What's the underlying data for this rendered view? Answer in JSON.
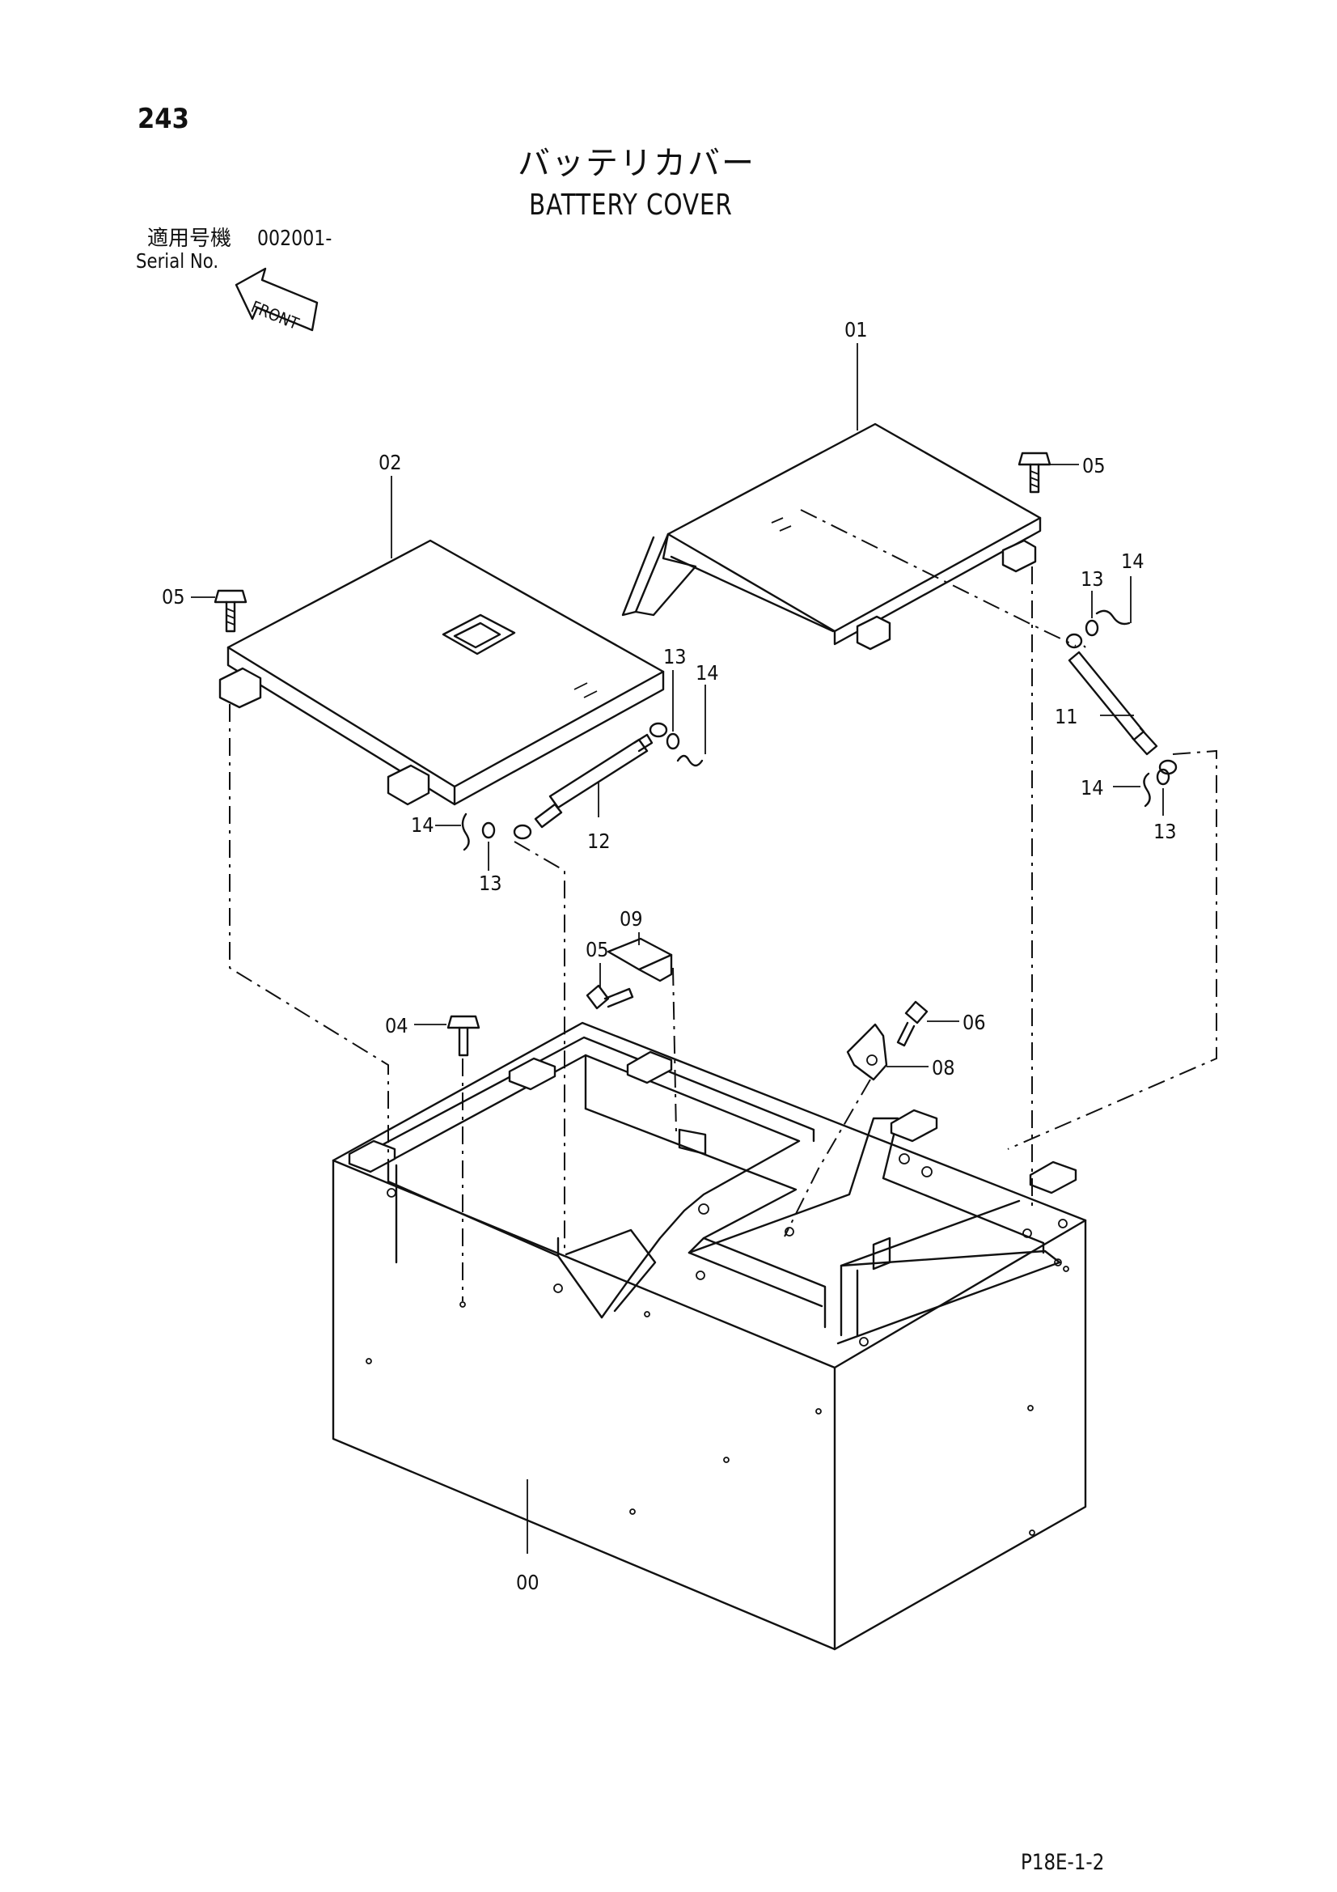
{
  "page": {
    "number": "243",
    "title_ja": "バッテリカバー",
    "title_en": "BATTERY COVER",
    "serial_label_ja": "適用号機",
    "serial_label_en": "Serial No.",
    "serial_range": "002001-",
    "doc_code": "P18E-1-2",
    "front_label": "FRONT"
  },
  "parts": {
    "p00": "00",
    "p01": "01",
    "p02": "02",
    "p04": "04",
    "p05a": "05",
    "p05b": "05",
    "p05c": "05",
    "p06": "06",
    "p08": "08",
    "p09": "09",
    "p11": "11",
    "p12": "12",
    "p13a": "13",
    "p13b": "13",
    "p13c": "13",
    "p13d": "13",
    "p14a": "14",
    "p14b": "14",
    "p14c": "14",
    "p14d": "14"
  }
}
